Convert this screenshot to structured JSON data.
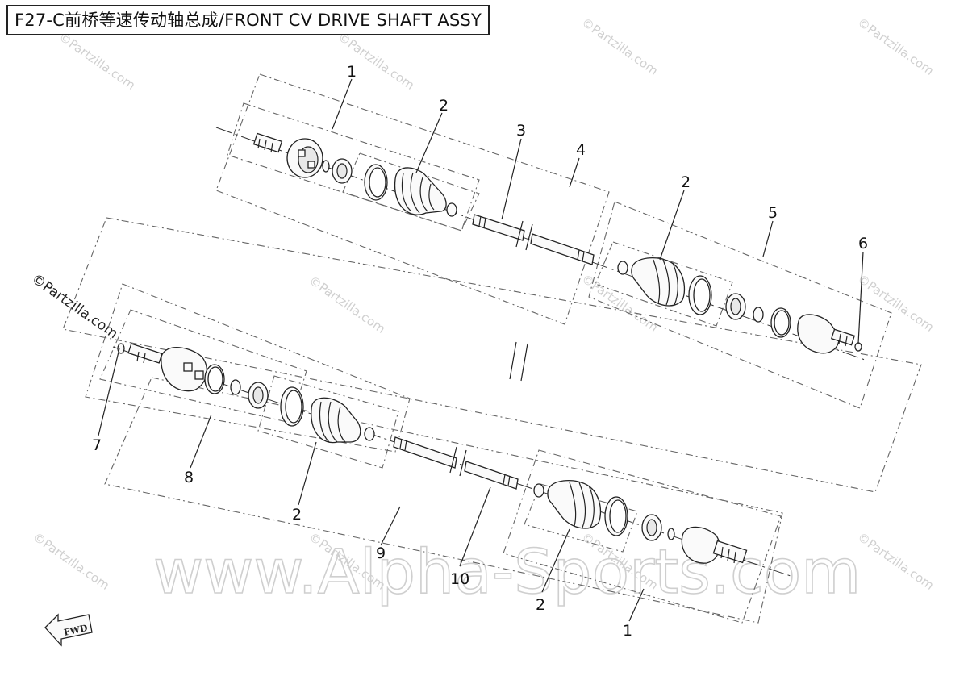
{
  "title": "F27-C前桥等速传动轴总成/FRONT CV DRIVE SHAFT ASSY",
  "callouts": {
    "c1_top": "1",
    "c2_top_left": "2",
    "c3": "3",
    "c4": "4",
    "c2_top_right": "2",
    "c5": "5",
    "c6": "6",
    "c7": "7",
    "c8": "8",
    "c2_bottom_left": "2",
    "c9": "9",
    "c10": "10",
    "c2_bottom_right": "2",
    "c1_bottom": "1"
  },
  "watermarks": {
    "site_small": "©Partzilla.com",
    "site_left": "©Partzilla.com",
    "site_big": "www.Alpha-Sports.com"
  },
  "direction_label": "FWD",
  "colors": {
    "line": "#222222",
    "frame": "#666666",
    "watermark": "#d0d0d0"
  }
}
